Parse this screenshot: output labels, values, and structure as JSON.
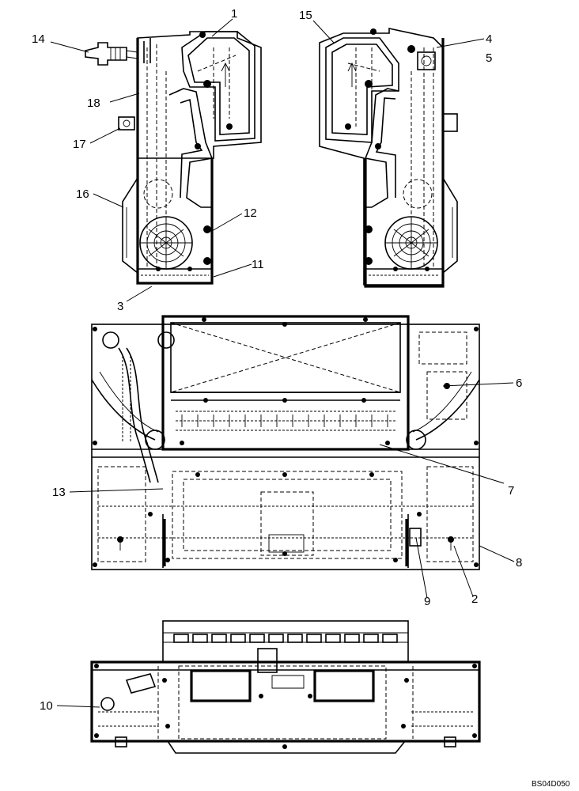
{
  "drawing_ref": "BS04D050",
  "callouts": [
    {
      "id": "c1",
      "label": "1"
    },
    {
      "id": "c2",
      "label": "2"
    },
    {
      "id": "c3",
      "label": "3"
    },
    {
      "id": "c4",
      "label": "4"
    },
    {
      "id": "c5",
      "label": "5"
    },
    {
      "id": "c6",
      "label": "6"
    },
    {
      "id": "c7",
      "label": "7"
    },
    {
      "id": "c8",
      "label": "8"
    },
    {
      "id": "c9",
      "label": "9"
    },
    {
      "id": "c10",
      "label": "10"
    },
    {
      "id": "c11",
      "label": "11"
    },
    {
      "id": "c12",
      "label": "12"
    },
    {
      "id": "c13",
      "label": "13"
    },
    {
      "id": "c14",
      "label": "14"
    },
    {
      "id": "c15",
      "label": "15"
    },
    {
      "id": "c16",
      "label": "16"
    },
    {
      "id": "c17",
      "label": "17"
    },
    {
      "id": "c18",
      "label": "18"
    }
  ]
}
